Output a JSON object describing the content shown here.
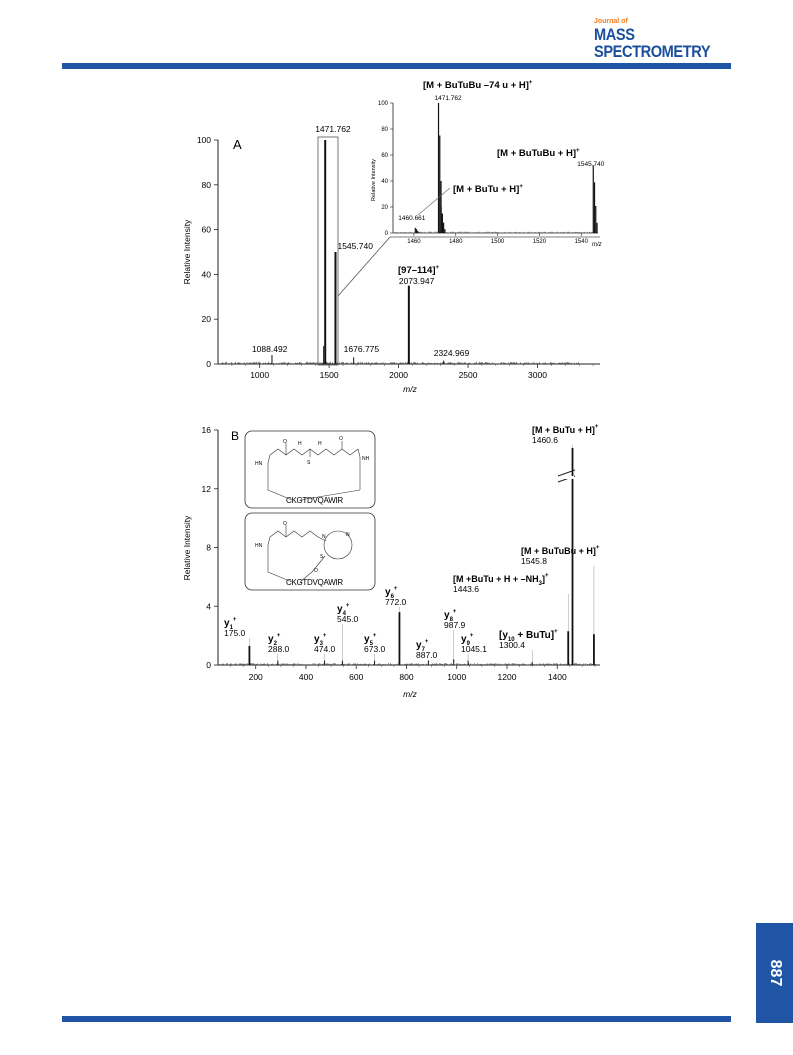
{
  "header": {
    "journal_prefix": "Journal of",
    "journal_line1": "MASS",
    "journal_line2": "SPECTROMETRY"
  },
  "page_number": "887",
  "figure": {
    "panel_a_label": "A",
    "panel_b_label": "B",
    "inset_peptide_top": "CKGTDVQAWIR",
    "inset_peptide_bottom": "CKGTDVQAWIR",
    "zoom_inset": {
      "ylabel": "Relative Intensity",
      "xlabel": "m/z",
      "x_ticks": [
        "1460",
        "1480",
        "1500",
        "1520",
        "1540"
      ],
      "y_ticks": [
        "0",
        "20",
        "40",
        "60",
        "80",
        "100"
      ],
      "peak_labels": [
        "1471.762",
        "1545.740",
        "1460.661"
      ],
      "ion_labels": [
        "[M + BuTuBu –74 u + H]",
        "[M + BuTuBu + H]",
        "[M + BuTu + H]"
      ]
    }
  },
  "chart_data": [
    {
      "type": "bar",
      "panel": "A",
      "xlabel": "m/z",
      "ylabel": "Relative Intensity",
      "xlim": [
        700,
        3450
      ],
      "ylim": [
        0,
        100
      ],
      "x_ticks": [
        1000,
        1500,
        2000,
        2500,
        3000
      ],
      "y_ticks": [
        0,
        20,
        40,
        60,
        80,
        100
      ],
      "peaks": [
        {
          "x": 1088.492,
          "y": 4,
          "label": "1088.492"
        },
        {
          "x": 1460.661,
          "y": 8
        },
        {
          "x": 1471.762,
          "y": 100,
          "label": "1471.762"
        },
        {
          "x": 1545.74,
          "y": 50,
          "label": "1545.740"
        },
        {
          "x": 1676.775,
          "y": 3,
          "label": "1676.775"
        },
        {
          "x": 2073.947,
          "y": 35,
          "label": "2073.947",
          "ion": "[97–114]",
          "charge": "+"
        },
        {
          "x": 2324.969,
          "y": 1.5,
          "label": "2324.969"
        }
      ]
    },
    {
      "type": "bar",
      "panel": "A-inset",
      "xlabel": "m/z",
      "ylabel": "Relative Intensity",
      "xlim": [
        1450,
        1548
      ],
      "ylim": [
        0,
        100
      ],
      "peaks": [
        {
          "x": 1460.661,
          "y": 4,
          "label": "1460.661"
        },
        {
          "x": 1471.762,
          "y": 100,
          "label": "1471.762",
          "ion": "[M + BuTuBu –74 u + H]",
          "charge": "+"
        },
        {
          "x": 1473,
          "y": 20
        },
        {
          "x": 1545.74,
          "y": 52,
          "label": "1545.740",
          "ion": "[M + BuTuBu + H]",
          "charge": "+"
        }
      ]
    },
    {
      "type": "bar",
      "panel": "B",
      "xlabel": "m/z",
      "ylabel": "Relative Intensity",
      "xlim": [
        50,
        1570
      ],
      "ylim": [
        0,
        16
      ],
      "x_ticks": [
        200,
        400,
        600,
        800,
        1000,
        1200,
        1400
      ],
      "y_ticks": [
        0,
        4,
        8,
        12,
        16
      ],
      "peaks": [
        {
          "x": 175.0,
          "y": 1.3,
          "ion": "y",
          "sub": "1",
          "sup": "+",
          "label": "175.0"
        },
        {
          "x": 288.0,
          "y": 0.3,
          "ion": "y",
          "sub": "2",
          "sup": "+",
          "label": "288.0"
        },
        {
          "x": 474.0,
          "y": 0.3,
          "ion": "y",
          "sub": "3",
          "sup": "+",
          "label": "474.0"
        },
        {
          "x": 545.0,
          "y": 0.3,
          "ion": "y",
          "sub": "4",
          "sup": "+",
          "label": "545.0"
        },
        {
          "x": 673.0,
          "y": 0.3,
          "ion": "y",
          "sub": "5",
          "sup": "+",
          "label": "673.0"
        },
        {
          "x": 772.0,
          "y": 3.6,
          "ion": "y",
          "sub": "6",
          "sup": "+",
          "label": "772.0"
        },
        {
          "x": 887.0,
          "y": 0.3,
          "ion": "y",
          "sub": "7",
          "sup": "+",
          "label": "887.0"
        },
        {
          "x": 987.9,
          "y": 0.4,
          "ion": "y",
          "sub": "8",
          "sup": "+",
          "label": "987.9"
        },
        {
          "x": 1045.1,
          "y": 0.3,
          "ion": "y",
          "sub": "9",
          "sup": "+",
          "label": "1045.1"
        },
        {
          "x": 1300.4,
          "y": 0.2,
          "ion": "[y",
          "sub": "10",
          "ion_tail": " + BuTu]",
          "sup": "+",
          "label": "1300.4"
        },
        {
          "x": 1443.6,
          "y": 2.3,
          "ion": "[M +BuTu + H + –NH",
          "sub": "3",
          "ion_tail": "]",
          "sup": "+",
          "label": "1443.6"
        },
        {
          "x": 1460.6,
          "y": 16,
          "ion": "[M + BuTu + H]",
          "sup": "+",
          "label": "1460.6"
        },
        {
          "x": 1545.8,
          "y": 2.1,
          "ion": "[M + BuTuBu + H]",
          "sup": "+",
          "label": "1545.8"
        }
      ]
    }
  ]
}
